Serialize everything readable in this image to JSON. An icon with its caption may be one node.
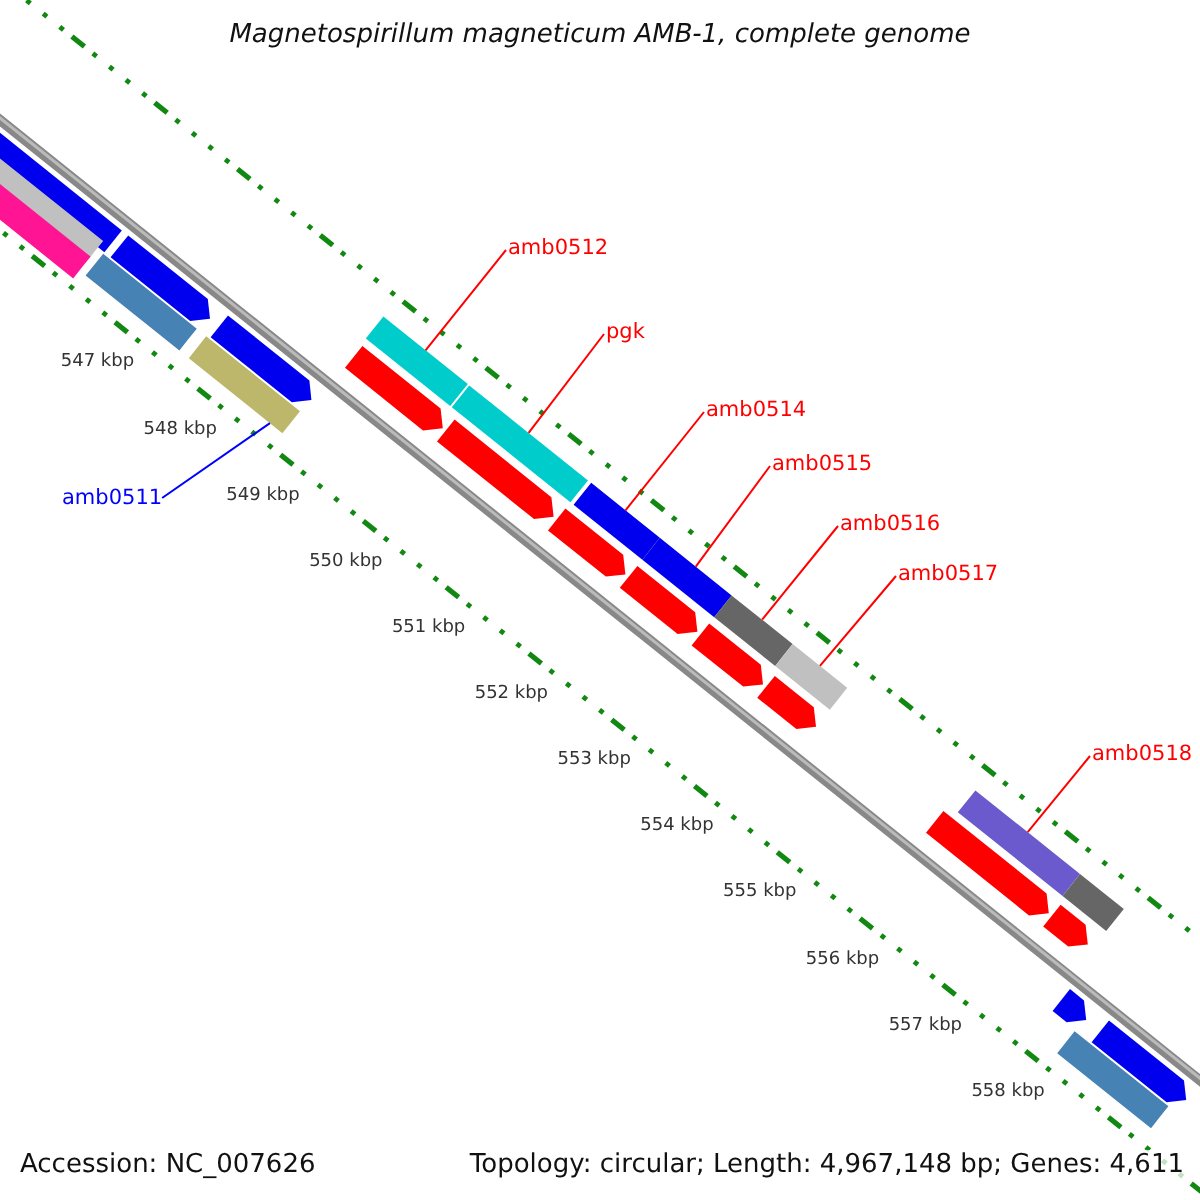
{
  "diagram": {
    "title": "Magnetospirillum magneticum AMB-1, complete genome",
    "nodes": [
      {
        "text": [
          "amb0512"
        ]
      },
      {
        "text": [
          "pgk"
        ]
      },
      {
        "text": [
          "amb0514"
        ]
      },
      {
        "text": [
          "amb0515"
        ]
      },
      {
        "text": [
          "amb0511"
        ]
      },
      {
        "text": [
          "amb0516"
        ]
      },
      {
        "text": [
          "amb0517"
        ]
      },
      {
        "text": [
          "amb0518"
        ]
      },
      {
        "text": [],
        "shape": "bar"
      },
      {
        "text": [],
        "shape": "bar"
      },
      {
        "text": [],
        "shape": "bar"
      },
      {
        "text": [],
        "shape": "bar"
      },
      {
        "text": [],
        "shape": "bar"
      },
      {
        "text": [],
        "shape": "bar"
      },
      {
        "text": [],
        "shape": "bar"
      },
      {
        "text": [],
        "shape": "bar"
      },
      {
        "text": [],
        "shape": "bar"
      },
      {
        "text": [],
        "shape": "bar"
      },
      {
        "text": [],
        "shape": "bar"
      },
      {
        "text": [],
        "shape": "bar"
      },
      {
        "text": [],
        "shape": "bar"
      },
      {
        "text": [],
        "shape": "bar"
      },
      {
        "text": [],
        "shape": "bar"
      },
      {
        "text": [],
        "shape": "bar"
      },
      {
        "text": [],
        "shape": "bar"
      },
      {
        "text": [],
        "shape": "bar"
      },
      {
        "text": [],
        "shape": "bar"
      },
      {
        "text": [],
        "shape": "bar"
      },
      {
        "text": [],
        "shape": "bar"
      },
      {
        "text": [],
        "shape": "bar"
      },
      {
        "text": [],
        "shape": "bar"
      },
      {
        "text": [],
        "shape": "bar"
      },
      {
        "text": [],
        "shape": "bar"
      },
      {
        "text": [],
        "shape": "bar"
      }
    ],
    "edges": [
      {
        "from": 0,
        "to": 8,
        "arrow": "none"
      },
      {
        "from": 1,
        "to": 9,
        "arrow": "none"
      },
      {
        "from": 2,
        "to": 10,
        "arrow": "none"
      },
      {
        "from": 3,
        "to": 11,
        "arrow": "none"
      },
      {
        "from": 4,
        "to": 12,
        "arrow": "none",
        "color": "#0000ff"
      },
      {
        "from": 5,
        "to": 13,
        "arrow": "none"
      },
      {
        "from": 6,
        "to": 14,
        "arrow": "none"
      },
      {
        "from": 7,
        "to": 15,
        "arrow": "none"
      }
    ],
    "labels": [
      "547 kbp",
      "548 kbp",
      "549 kbp",
      "550 kbp",
      "551 kbp",
      "552 kbp",
      "553 kbp",
      "554 kbp",
      "555 kbp",
      "556 kbp",
      "557 kbp",
      "558 kbp",
      "Accession: NC_007626",
      "Topology: circular; Length: 4,967,148 bp; Genes: 4,611"
    ]
  }
}
